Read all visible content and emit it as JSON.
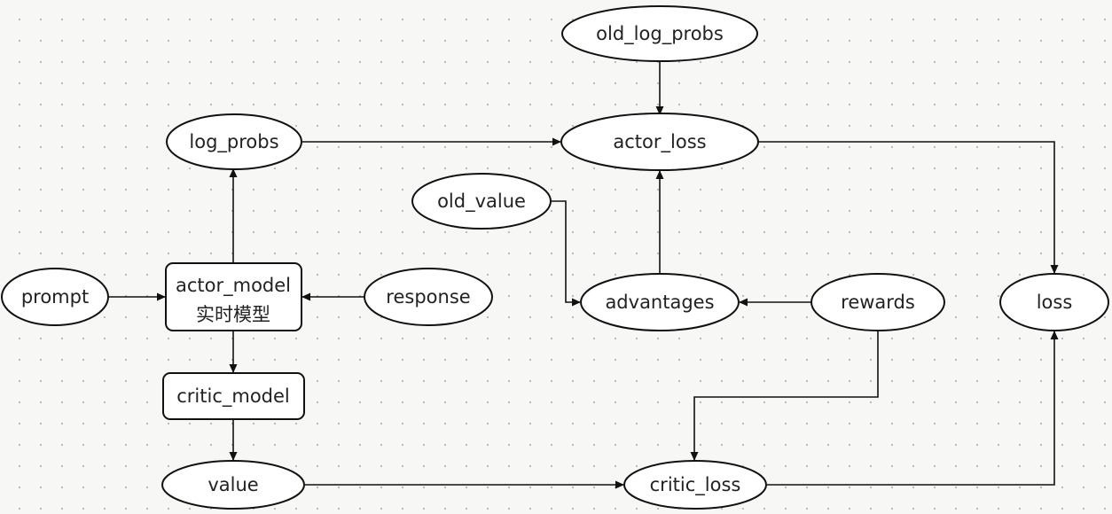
{
  "nodes": {
    "old_log_probs": "old_log_probs",
    "log_probs": "log_probs",
    "actor_loss": "actor_loss",
    "old_value": "old_value",
    "prompt": "prompt",
    "actor_model": "actor_model",
    "actor_model_sub": "实时模型",
    "response": "response",
    "advantages": "advantages",
    "rewards": "rewards",
    "loss": "loss",
    "critic_model": "critic_model",
    "value": "value",
    "critic_loss": "critic_loss"
  }
}
